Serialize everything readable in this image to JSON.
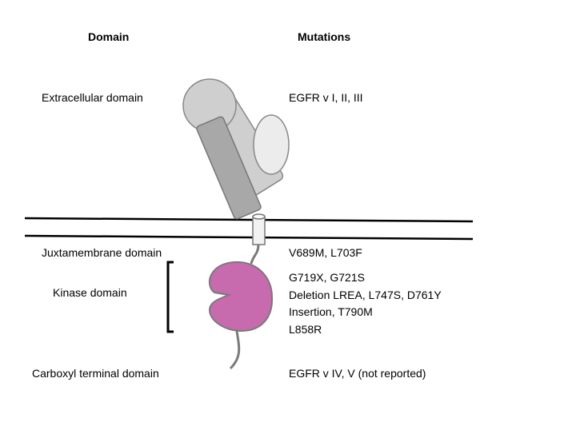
{
  "headers": {
    "domain": "Domain",
    "mutations": "Mutations"
  },
  "domains": {
    "extracellular": "Extracellular domain",
    "juxtamembrane": "Juxtamembrane domain",
    "kinase": "Kinase domain",
    "carboxyl": "Carboxyl terminal domain"
  },
  "mutations": {
    "extracellular": "EGFR v I, II, III",
    "juxtamembrane": "V689M, L703F",
    "kinase": [
      "G719X, G721S",
      "Deletion LREA, L747S, D761Y",
      "Insertion, T790M",
      "L858R"
    ],
    "carboxyl": "EGFR v IV, V (not reported)"
  },
  "colors": {
    "kinase_fill": "#c86aae",
    "domain_light": "#cfcfcf",
    "domain_mid": "#a8a8a8",
    "domain_pale": "#ececec",
    "line": "#000000"
  }
}
